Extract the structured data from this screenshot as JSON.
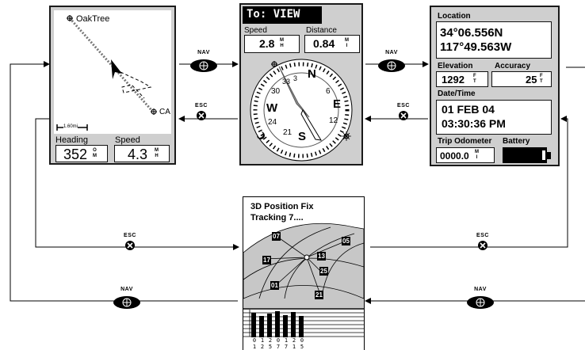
{
  "map_screen": {
    "waypoint_top": "OakTree",
    "waypoint_bottom": "CA",
    "scale": "1.60mi",
    "heading_label": "Heading",
    "heading_value": "352",
    "heading_unit": "O\nM",
    "speed_label": "Speed",
    "speed_value": "4.3",
    "speed_unit": "M\nH"
  },
  "compass_screen": {
    "title": "To: VIEW",
    "speed_label": "Speed",
    "speed_value": "2.8",
    "speed_unit": "M\nH",
    "distance_label": "Distance",
    "distance_value": "0.84",
    "distance_unit": "M\nI",
    "dial_N": "N",
    "dial_E": "E",
    "dial_S": "S",
    "dial_W": "W",
    "dial_3": "3",
    "dial_6": "6",
    "dial_12": "12",
    "dial_21": "21",
    "dial_24": "24",
    "dial_30": "30",
    "dial_33": "33"
  },
  "info_screen": {
    "location_label": "Location",
    "lat": "34°06.556N",
    "lon": "117°49.563W",
    "elevation_label": "Elevation",
    "elevation_value": "1292",
    "elevation_unit": "F\nT",
    "accuracy_label": "Accuracy",
    "accuracy_value": "25",
    "accuracy_unit": "F\nT",
    "datetime_label": "Date/Time",
    "date": "01 FEB 04",
    "time": "03:30:36 PM",
    "odometer_label": "Trip Odometer",
    "odometer_value": "0000.0",
    "odometer_unit": "M\nI",
    "battery_label": "Battery"
  },
  "satellite_screen": {
    "line1": "3D Position Fix",
    "line2": "Tracking 7....",
    "sats": [
      "07",
      "05",
      "17",
      "13",
      "25",
      "01",
      "21"
    ],
    "bar_labels_top": [
      "0",
      "1",
      "2",
      "0",
      "1",
      "2",
      "0"
    ],
    "bar_labels_bottom": [
      "1",
      "2",
      "5",
      "7",
      "7",
      "1",
      "5"
    ]
  },
  "buttons": {
    "nav": "NAV",
    "esc": "ESC"
  },
  "colors": {
    "screen_bg": "#cfcfcf",
    "compass_needle": "#9a9a9a"
  }
}
